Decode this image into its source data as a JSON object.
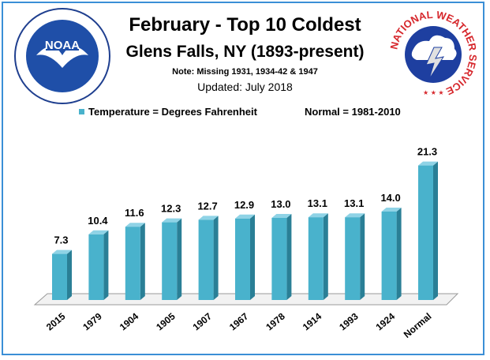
{
  "header": {
    "title": "February - Top  10 Coldest",
    "subtitle": "Glens Falls, NY (1893-present)",
    "note": "Note: Missing 1931, 1934-42 & 1947",
    "updated": "Updated: July 2018"
  },
  "legend": {
    "series_label": "Temperature = Degrees Fahrenheit",
    "normal_label": "Normal = 1981-2010"
  },
  "logos": {
    "noaa_text": "NOAA",
    "nws_text": "NATIONAL WEATHER SERVICE"
  },
  "colors": {
    "bar_front": "#49b2cc",
    "bar_side": "#2a7f96",
    "bar_top": "#8fd3e6",
    "frame": "#3b8fd6"
  },
  "chart_data": {
    "type": "bar",
    "categories": [
      "2015",
      "1979",
      "1904",
      "1905",
      "1907",
      "1967",
      "1978",
      "1914",
      "1993",
      "1924",
      "Normal"
    ],
    "values": [
      7.3,
      10.4,
      11.6,
      12.3,
      12.7,
      12.9,
      13.0,
      13.1,
      13.1,
      14.0,
      21.3
    ],
    "data_labels": [
      "7.3",
      "10.4",
      "11.6",
      "12.3",
      "12.7",
      "12.9",
      "13.0",
      "13.1",
      "13.1",
      "14.0",
      "21.3"
    ],
    "ylim": [
      0,
      25
    ],
    "grid": false,
    "legend_position": "top"
  }
}
